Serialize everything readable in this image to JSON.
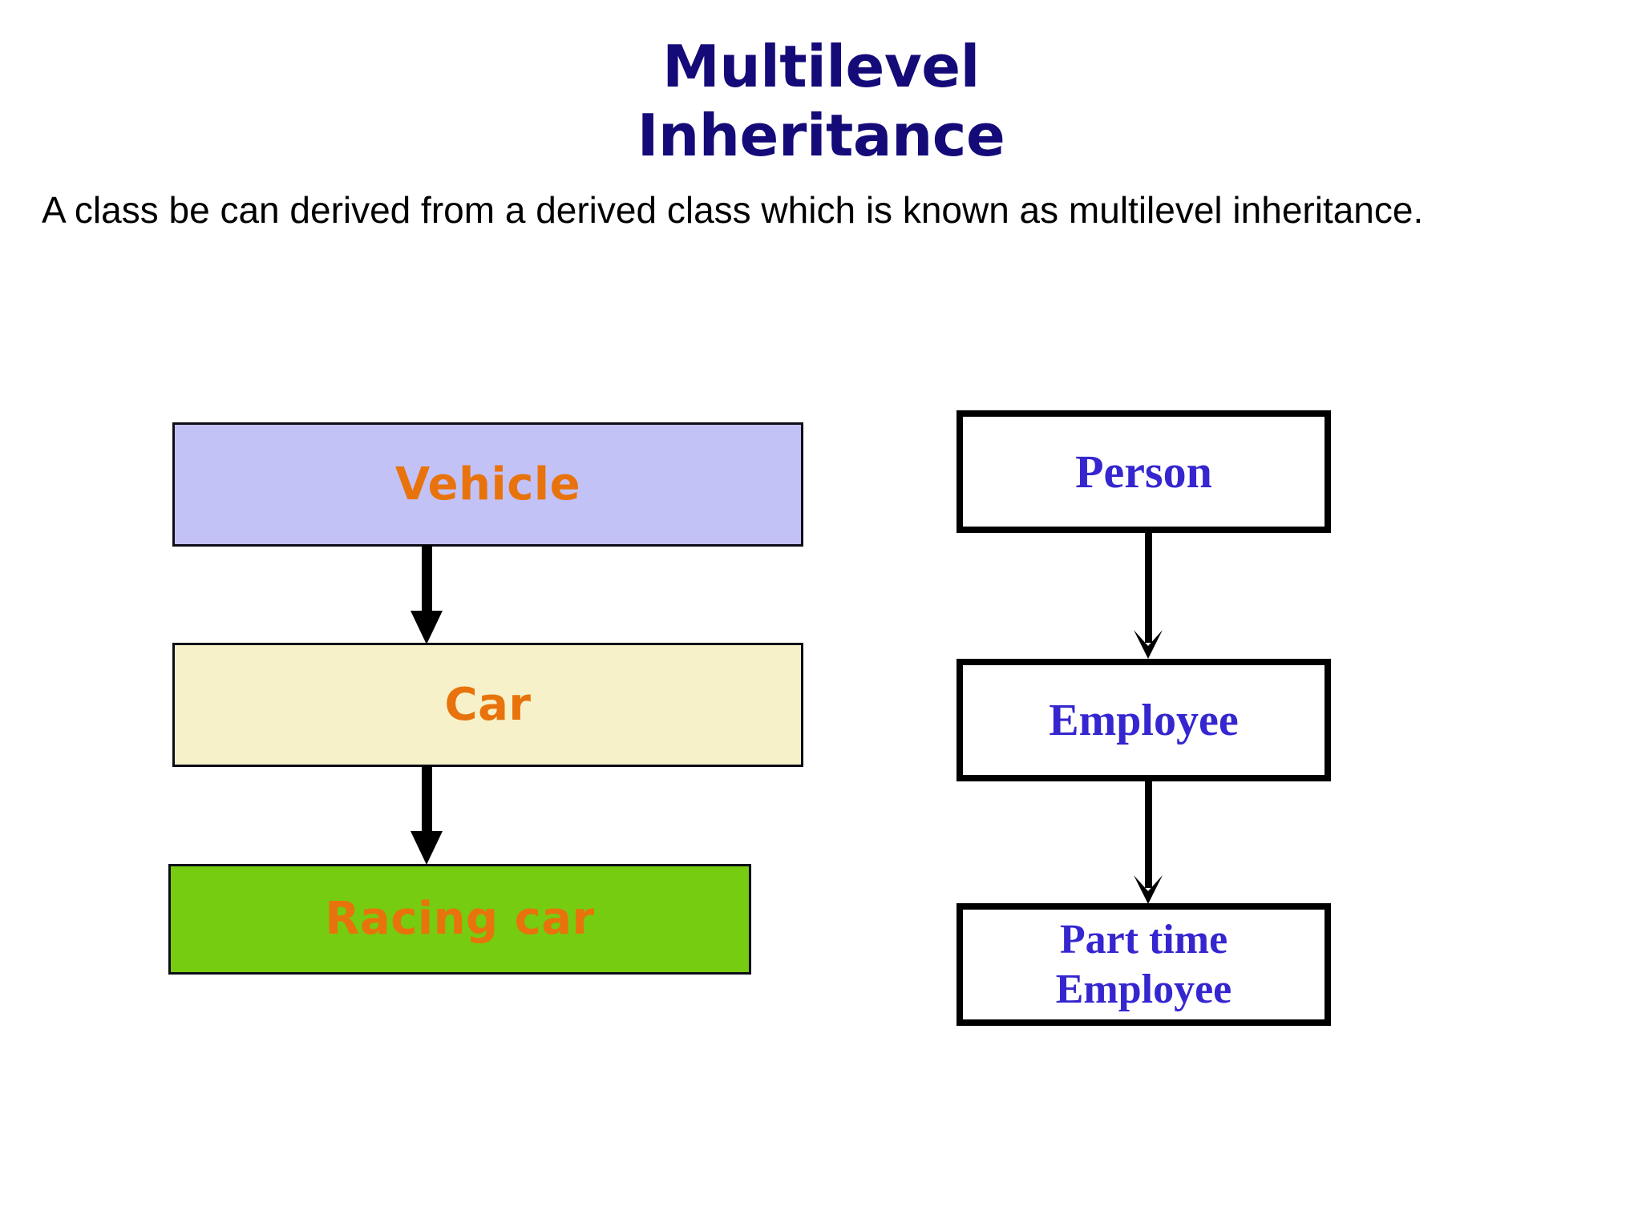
{
  "slide": {
    "title_line_1": "Multilevel",
    "title_line_2": "Inheritance",
    "title_color": "#140a78",
    "body_text": " A class be can derived from a derived class which is known as multilevel inheritance.",
    "background_color": "#ffffff"
  },
  "diagrams": [
    {
      "id": "vehicle-hierarchy",
      "type": "inheritance-chain",
      "text_color": "#e8730c",
      "border_color": "#0d0d18",
      "nodes": [
        {
          "label": "Vehicle",
          "fill": "#c3c2f7"
        },
        {
          "label": "Car",
          "fill": "#f7f1c9"
        },
        {
          "label": "Racing car",
          "fill": "#76cc10"
        }
      ],
      "edges": [
        {
          "from": "Vehicle",
          "to": "Car",
          "style": "solid-thick-arrow"
        },
        {
          "from": "Car",
          "to": "Racing car",
          "style": "solid-thick-arrow"
        }
      ]
    },
    {
      "id": "person-hierarchy",
      "type": "inheritance-chain",
      "text_color": "#3526cf",
      "border_color": "#000000",
      "nodes": [
        {
          "label": "Person",
          "fill": "#ffffff"
        },
        {
          "label": "Employee",
          "fill": "#ffffff"
        },
        {
          "label": "Part time",
          "label_line_2": "Employee",
          "fill": "#ffffff"
        }
      ],
      "edges": [
        {
          "from": "Person",
          "to": "Employee",
          "style": "thin-chevron-arrow"
        },
        {
          "from": "Employee",
          "to": "Part time Employee",
          "style": "thin-chevron-arrow"
        }
      ]
    }
  ]
}
